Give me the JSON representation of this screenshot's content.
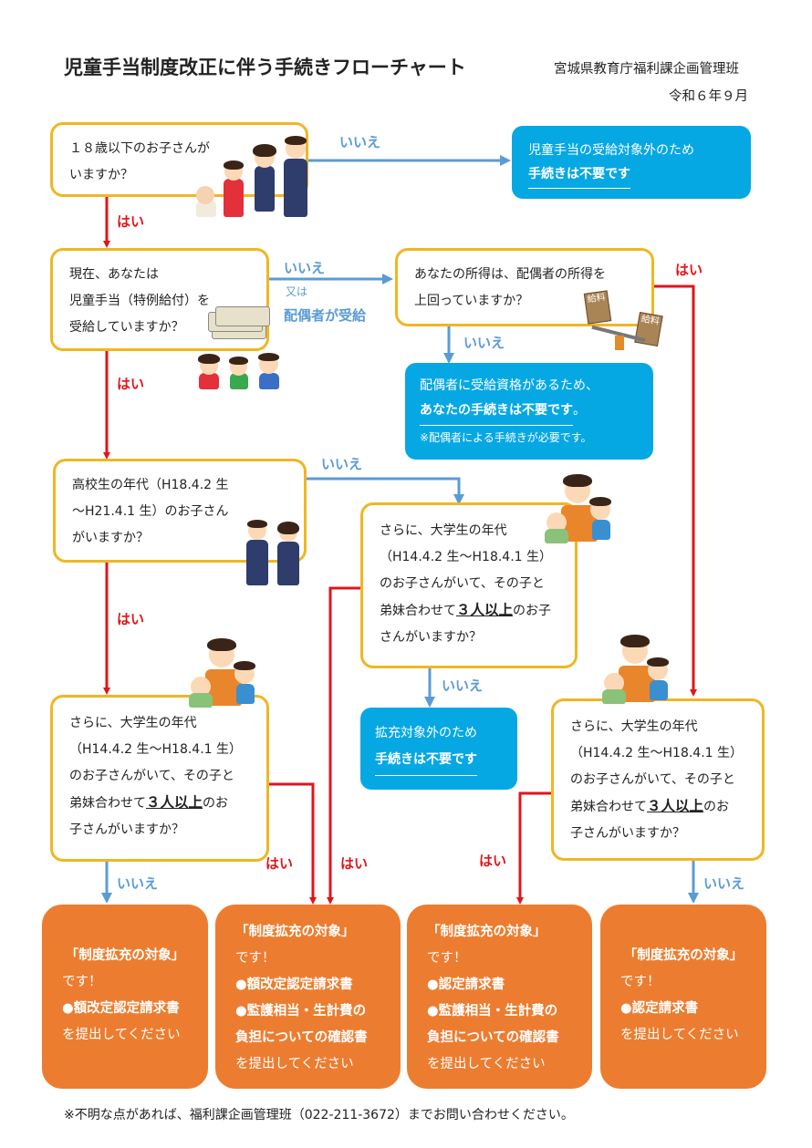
{
  "header": {
    "title": "児童手当制度改正に伴う手続きフローチャート",
    "org": "宮城県教育庁福利課企画管理班",
    "date": "令和６年９月"
  },
  "q1": {
    "lines": [
      "１８歳以下のお子さんが",
      "いますか？"
    ]
  },
  "q2": {
    "lines": [
      "現在、あなたは",
      "児童手当（特例給付）を",
      "受給していますか？"
    ]
  },
  "q3": {
    "lines": [
      "あなたの所得は、配偶者の所得を",
      "上回っていますか？"
    ]
  },
  "q4": {
    "lines": [
      "高校生の年代（H18.4.2 生",
      "～H21.4.1 生）のお子さん",
      "がいますか？"
    ]
  },
  "q5": {
    "l1": "さらに、大学生の年代",
    "l2": "（H14.4.2 生～H18.4.1 生）",
    "l3": "のお子さんがいて、その子と",
    "l4a": "弟妹合わせて",
    "l4b": "３人以上",
    "l4c": "のお",
    "l5": "子さんがいますか？"
  },
  "q6": {
    "l1": "さらに、大学生の年代",
    "l2": "（H14.4.2 生～H18.4.1 生）",
    "l3": "のお子さんがいて、その子と",
    "l4a": "弟妹合わせて",
    "l4b": "３人以上",
    "l4c": "のお子",
    "l5": "さんがいますか？"
  },
  "q7": {
    "l1": "さらに、大学生の年代",
    "l2": "（H14.4.2 生～H18.4.1 生）",
    "l3": "のお子さんがいて、その子と",
    "l4a": "弟妹合わせて",
    "l4b": "３人以上",
    "l4c": "のお",
    "l5": "子さんがいますか？"
  },
  "blue1": {
    "line1": "児童手当の受給対象外のため",
    "line2": "手続きは不要です"
  },
  "blue2": {
    "line1": "配偶者に受給資格があるため、",
    "line2": "あなたの手続きは不要です",
    "line2b": "。",
    "note": "※配偶者による手続きが必要です。"
  },
  "blue3": {
    "line1": "拡充対象外のため",
    "line2": "手続きは不要です"
  },
  "labels": {
    "yes": "はい",
    "no": "いいえ",
    "or": "又は",
    "spouse": "配偶者が受給",
    "salary": "給料"
  },
  "results": [
    {
      "title": "「制度拡充の対象」",
      "desu": "です！",
      "items": [
        "●額改定認定請求書"
      ],
      "submit": "を提出してください"
    },
    {
      "title": "「制度拡充の対象」",
      "desu": "です！",
      "items": [
        "●額改定認定請求書",
        "●監護相当・生計費の",
        "負担についての確認書"
      ],
      "submit": "を提出してください"
    },
    {
      "title": "「制度拡充の対象」",
      "desu": "です！",
      "items": [
        "●認定請求書",
        "●監護相当・生計費の",
        "負担についての確認書"
      ],
      "submit": "を提出してください"
    },
    {
      "title": "「制度拡充の対象」",
      "desu": "です！",
      "items": [
        "●認定請求書"
      ],
      "submit": "を提出してください"
    }
  ],
  "footer": {
    "note": "※不明な点があれば、福利課企画管理班（022-211-3672）までお問い合わせください。"
  },
  "colors": {
    "yes_arrow": "#e0151b",
    "no_arrow": "#5b9bd5",
    "question_border": "#f0b623",
    "info_box": "#06a8e3",
    "result_box": "#ec7d30"
  }
}
